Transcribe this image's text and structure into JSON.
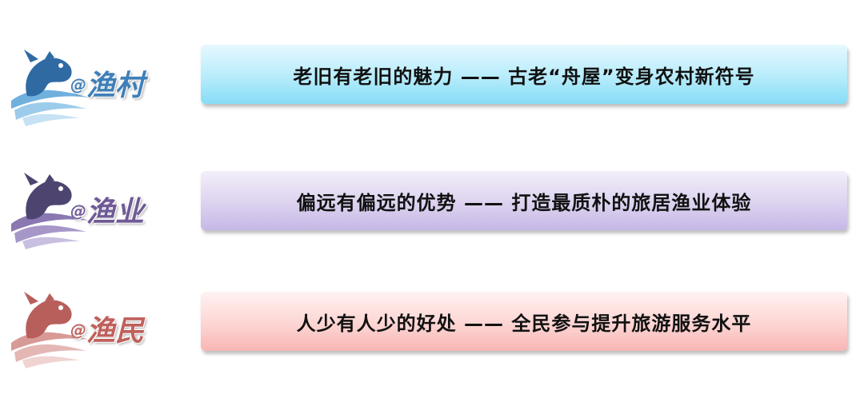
{
  "rows": [
    {
      "tag": "@渔村",
      "tag_at": "@",
      "tag_word": "渔村",
      "tag_color": "#3f7fb8",
      "icon": "fish-wave-icon",
      "banner_text": "老旧有老旧的魅力 —— 古老“舟屋”变身农村新符号",
      "banner_colors": [
        "#e6f8ff",
        "#86dcf6"
      ]
    },
    {
      "tag": "@渔业",
      "tag_at": "@",
      "tag_word": "渔业",
      "tag_color": "#6f5a96",
      "icon": "fish-wave-icon",
      "banner_text": "偏远有偏远的优势 —— 打造最质朴的旅居渔业体验",
      "banner_colors": [
        "#f3effa",
        "#c6b8e6"
      ]
    },
    {
      "tag": "@渔民",
      "tag_at": "@",
      "tag_word": "渔民",
      "tag_color": "#c0605c",
      "icon": "fish-wave-icon",
      "banner_text": "人少有人少的好处 —— 全民参与提升旅游服务水平",
      "banner_colors": [
        "#fff3f2",
        "#f8b6b4"
      ]
    }
  ]
}
